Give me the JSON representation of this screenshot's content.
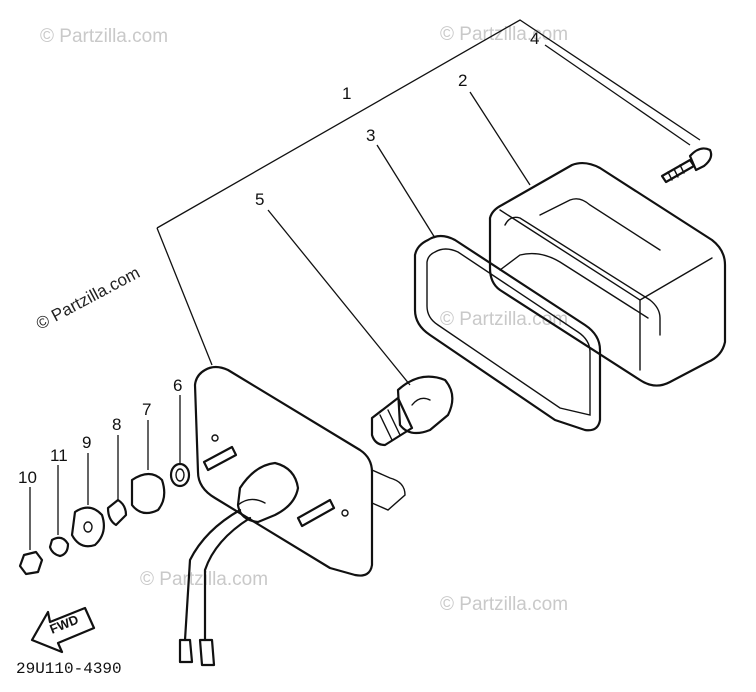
{
  "watermark": {
    "text": "© Partzilla.com"
  },
  "callouts": {
    "c1": "1",
    "c2": "2",
    "c3": "3",
    "c4": "4",
    "c5": "5",
    "c6": "6",
    "c7": "7",
    "c8": "8",
    "c9": "9",
    "c10": "10",
    "c11": "11"
  },
  "direction_label": "FWD",
  "diagram_code": "29U110-4390"
}
